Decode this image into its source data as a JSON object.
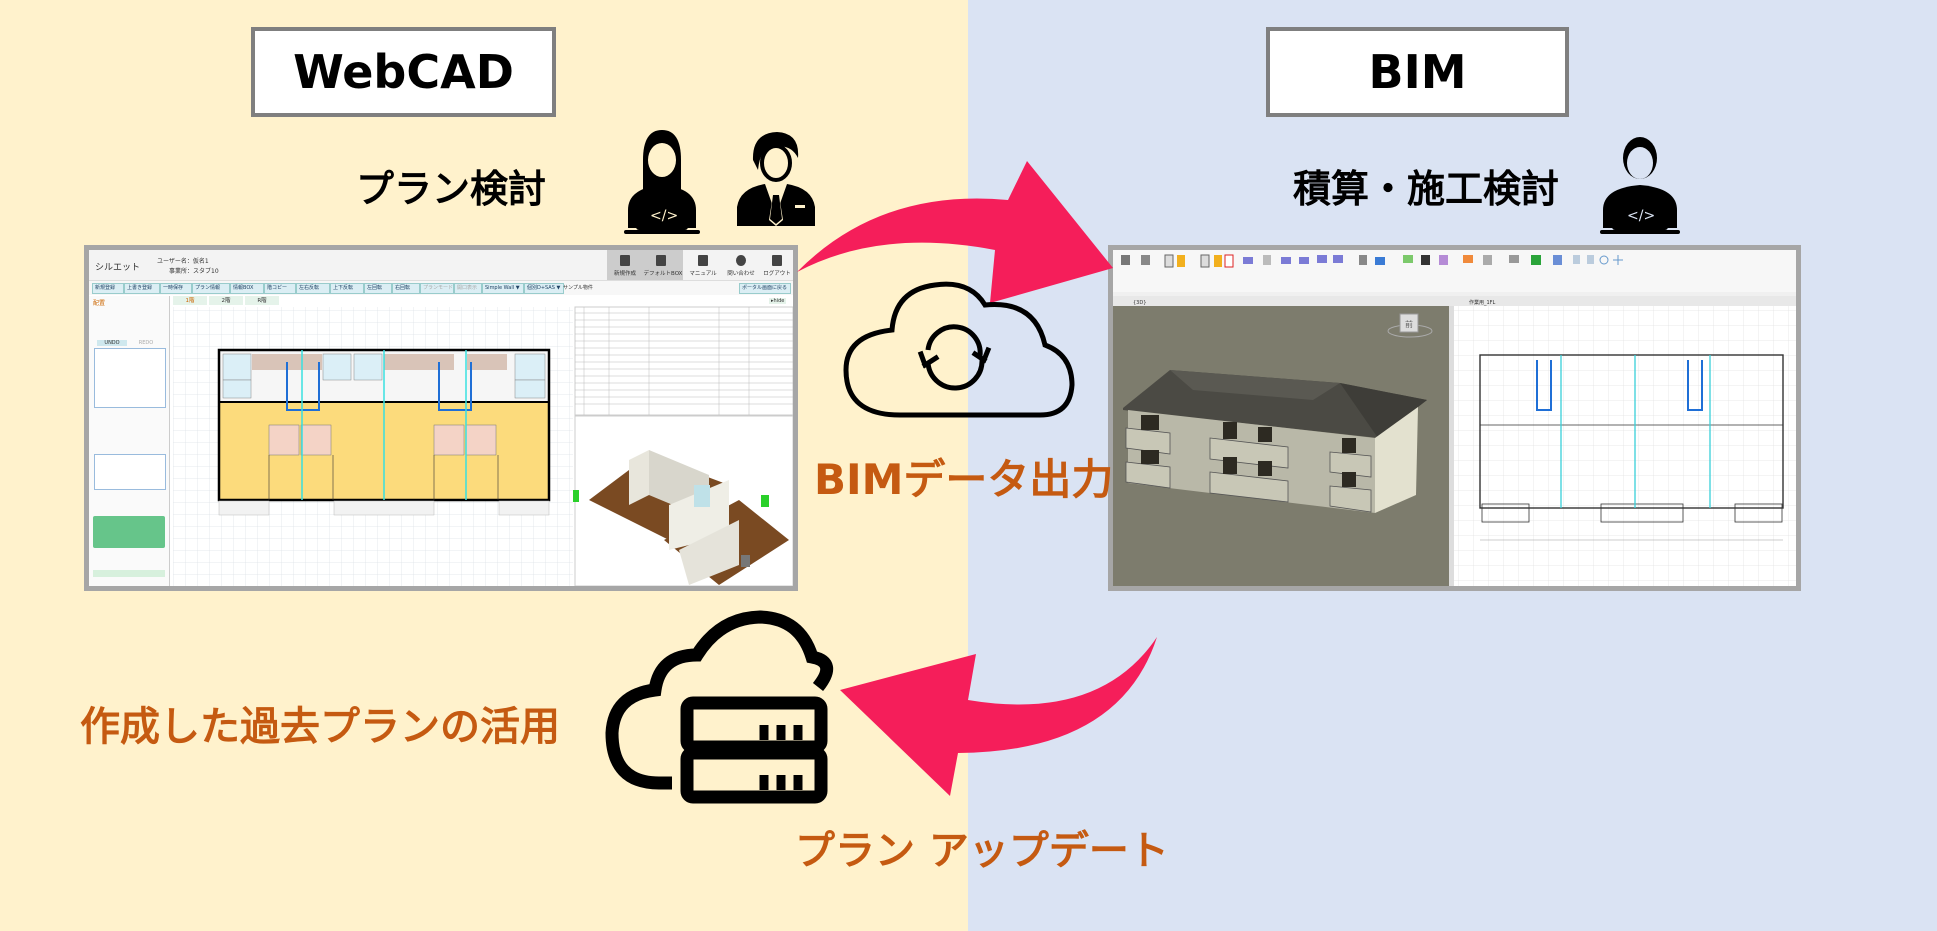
{
  "left_panel": {
    "title": "WebCAD",
    "subtitle": "プラン検討",
    "icons": [
      "woman-developer-laptop-icon",
      "businessman-icon"
    ],
    "bottom_label": "作成した過去プランの活用"
  },
  "right_panel": {
    "title": "BIM",
    "subtitle": "積算・施工検討",
    "icons": [
      "developer-laptop-icon"
    ]
  },
  "center": {
    "export_label": "BIMデータ出力",
    "update_label": "プラン アップデート",
    "icons": [
      "cloud-sync-icon",
      "cloud-server-icon"
    ]
  },
  "webcad_screenshot": {
    "app_name": "シルエット",
    "user_label": "ユーザー名：仮名1",
    "office_label": "事業所：スタブ10",
    "header_buttons": [
      "新規作成",
      "デフォルトBOX",
      "マニュアル",
      "問い合わせ",
      "ログアウト"
    ],
    "toolbar": [
      "新規登録",
      "上書き登録",
      "一時保存",
      "プラン情報",
      "情報BOX",
      "階コピー",
      "左右反転",
      "上下反転",
      "左回転",
      "右回転",
      "プランモード",
      "開口表示",
      "Simple Wall ▼",
      "個別D+SAS ▼",
      "サンプル物件",
      "ポータル画面に戻る"
    ],
    "floor_tabs": [
      "1階",
      "2階",
      "R階"
    ],
    "side_panel_title": "配置",
    "undo": "UNDO",
    "redo": "REDO",
    "hide_button": "▸hide"
  },
  "bim_screenshot": {
    "view_3d_tab": "{3D}",
    "plan_tab": "作業用_1FL",
    "view_cube_label": "前"
  },
  "colors": {
    "left_background": "#FFF2CC",
    "right_background": "#DAE3F3",
    "arrow": "#F51E5A",
    "label": "#C55A11",
    "title_border": "#7F7F7F"
  }
}
